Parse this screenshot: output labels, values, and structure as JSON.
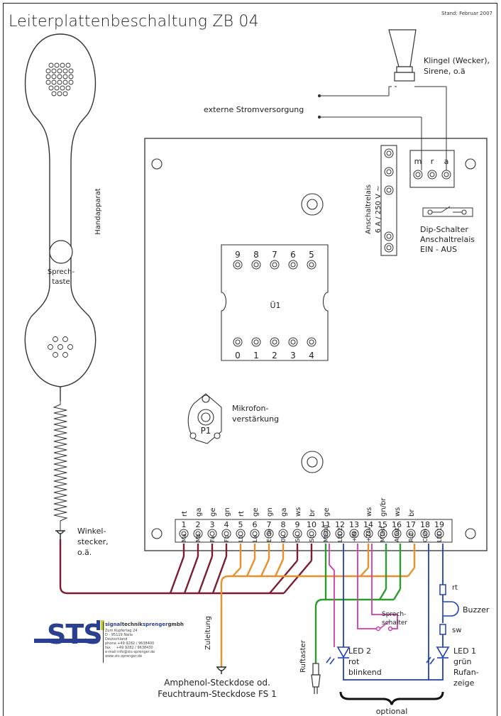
{
  "title": "Leiterplattenbeschaltung ZB 04",
  "stand": "Stand: Februar 2007",
  "labels": {
    "klingel_1": "Klingel (Wecker),",
    "klingel_2": "Sirene, o.ä",
    "extern": "externe Stromversorgung",
    "handapparat": "Handapparat",
    "sprechtaste_1": "Sprech-",
    "sprechtaste_2": "taste",
    "relais_1": "Anschaltrelais",
    "relais_2": "6 A / 250 V ~",
    "m": "m",
    "r": "r",
    "a": "a",
    "dip_1": "Dip-Schalter",
    "dip_2": "Anschaltrelais",
    "dip_3": "EIN - AUS",
    "u1": "Ü1",
    "mikro_1": "Mikrofon-",
    "mikro_2": "verstärkung",
    "p1": "P1",
    "winkel_1": "Winkel-",
    "winkel_2": "stecker,",
    "winkel_3": "o.ä.",
    "zuleitung": "Zuleitung",
    "amphenol_1": "Amphenol-Steckdose od.",
    "amphenol_2": "Feuchtraum-Steckdose FS 1",
    "ruftaster": "Ruftaster",
    "sprechschalter_1": "Sprech-",
    "sprechschalter_2": "schalter",
    "led2_1": "LED 2",
    "led2_2": "rot",
    "led2_3": "blinkend",
    "led1_1": "LED 1",
    "led1_2": "grün",
    "led1_3": "Rufan-",
    "led1_4": "zeige",
    "buzzer": "Buzzer",
    "rt": "rt",
    "sw": "sw",
    "optional": "optional"
  },
  "top_pins": [
    "9",
    "8",
    "7",
    "6",
    "5"
  ],
  "bottom_pins": [
    "0",
    "1",
    "2",
    "3",
    "4"
  ],
  "terminals": {
    "numbers": [
      "1",
      "2",
      "3",
      "4",
      "5",
      "6",
      "7",
      "8",
      "9",
      "10",
      "11",
      "12",
      "13",
      "14",
      "15",
      "16",
      "17",
      "18",
      "19"
    ],
    "colors_above": [
      "rt",
      "ga",
      "ge",
      "gn",
      "rt",
      "ge",
      "gn",
      "ga",
      "ws",
      "br",
      "ge",
      "",
      "",
      "ws",
      "gn/br",
      "ws",
      "br",
      "",
      ""
    ],
    "labels_below": [
      "Ma",
      "Mb",
      "Fa",
      "Fb",
      "Lb",
      "La",
      "Erde",
      "0V",
      "Sa",
      "Sb",
      "Mtstal",
      "LED2",
      "+IN",
      "+24V",
      "MTast",
      "Atast",
      "Ruf",
      "Com",
      "LED1"
    ]
  },
  "logo": {
    "brand": "STS",
    "company_a": "signal",
    "company_b": "technik",
    "company_c": "sprenger",
    "company_d": "gmbh",
    "address": "Zum Kupfertag 24\nD - 95119 Naila\nDeutschland\nphone +49 9282 / 9638400\nfax     +49 9282 / 9638430\ne-mail info@sts-sprenger.de\nwww.sts-sprenger.de"
  },
  "colors": {
    "wire_dark_red": "#7a1c32",
    "wire_orange": "#e8902e",
    "wire_green": "#2f9a2f",
    "wire_magenta": "#d43aa8",
    "wire_blue": "#1f3fbf",
    "logo_blue": "#2a3f8f"
  }
}
